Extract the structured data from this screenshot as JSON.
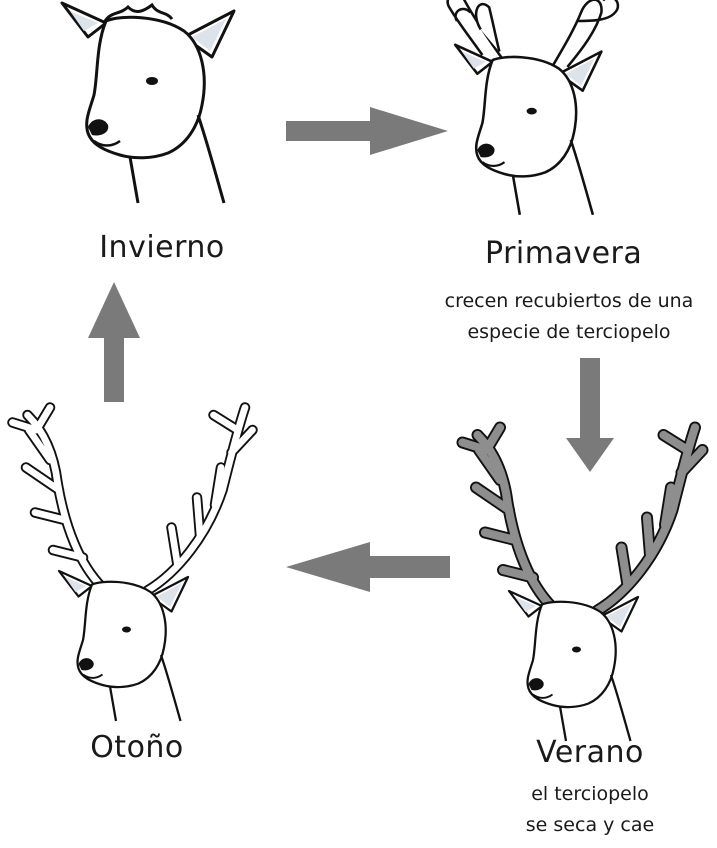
{
  "seasons": {
    "winter": {
      "label": "Invierno"
    },
    "spring": {
      "label": "Primavera",
      "note_line1": "crecen recubiertos de una",
      "note_line2": "especie de terciopelo"
    },
    "summer": {
      "label": "Verano",
      "note_line1": "el terciopelo",
      "note_line2": "se seca y cae"
    },
    "autumn": {
      "label": "Otoño"
    }
  },
  "colors": {
    "arrow": "#7a7a7a",
    "velvet": "#8e8e8e",
    "ear_inner": "#dde3ea",
    "ink": "#111111"
  }
}
